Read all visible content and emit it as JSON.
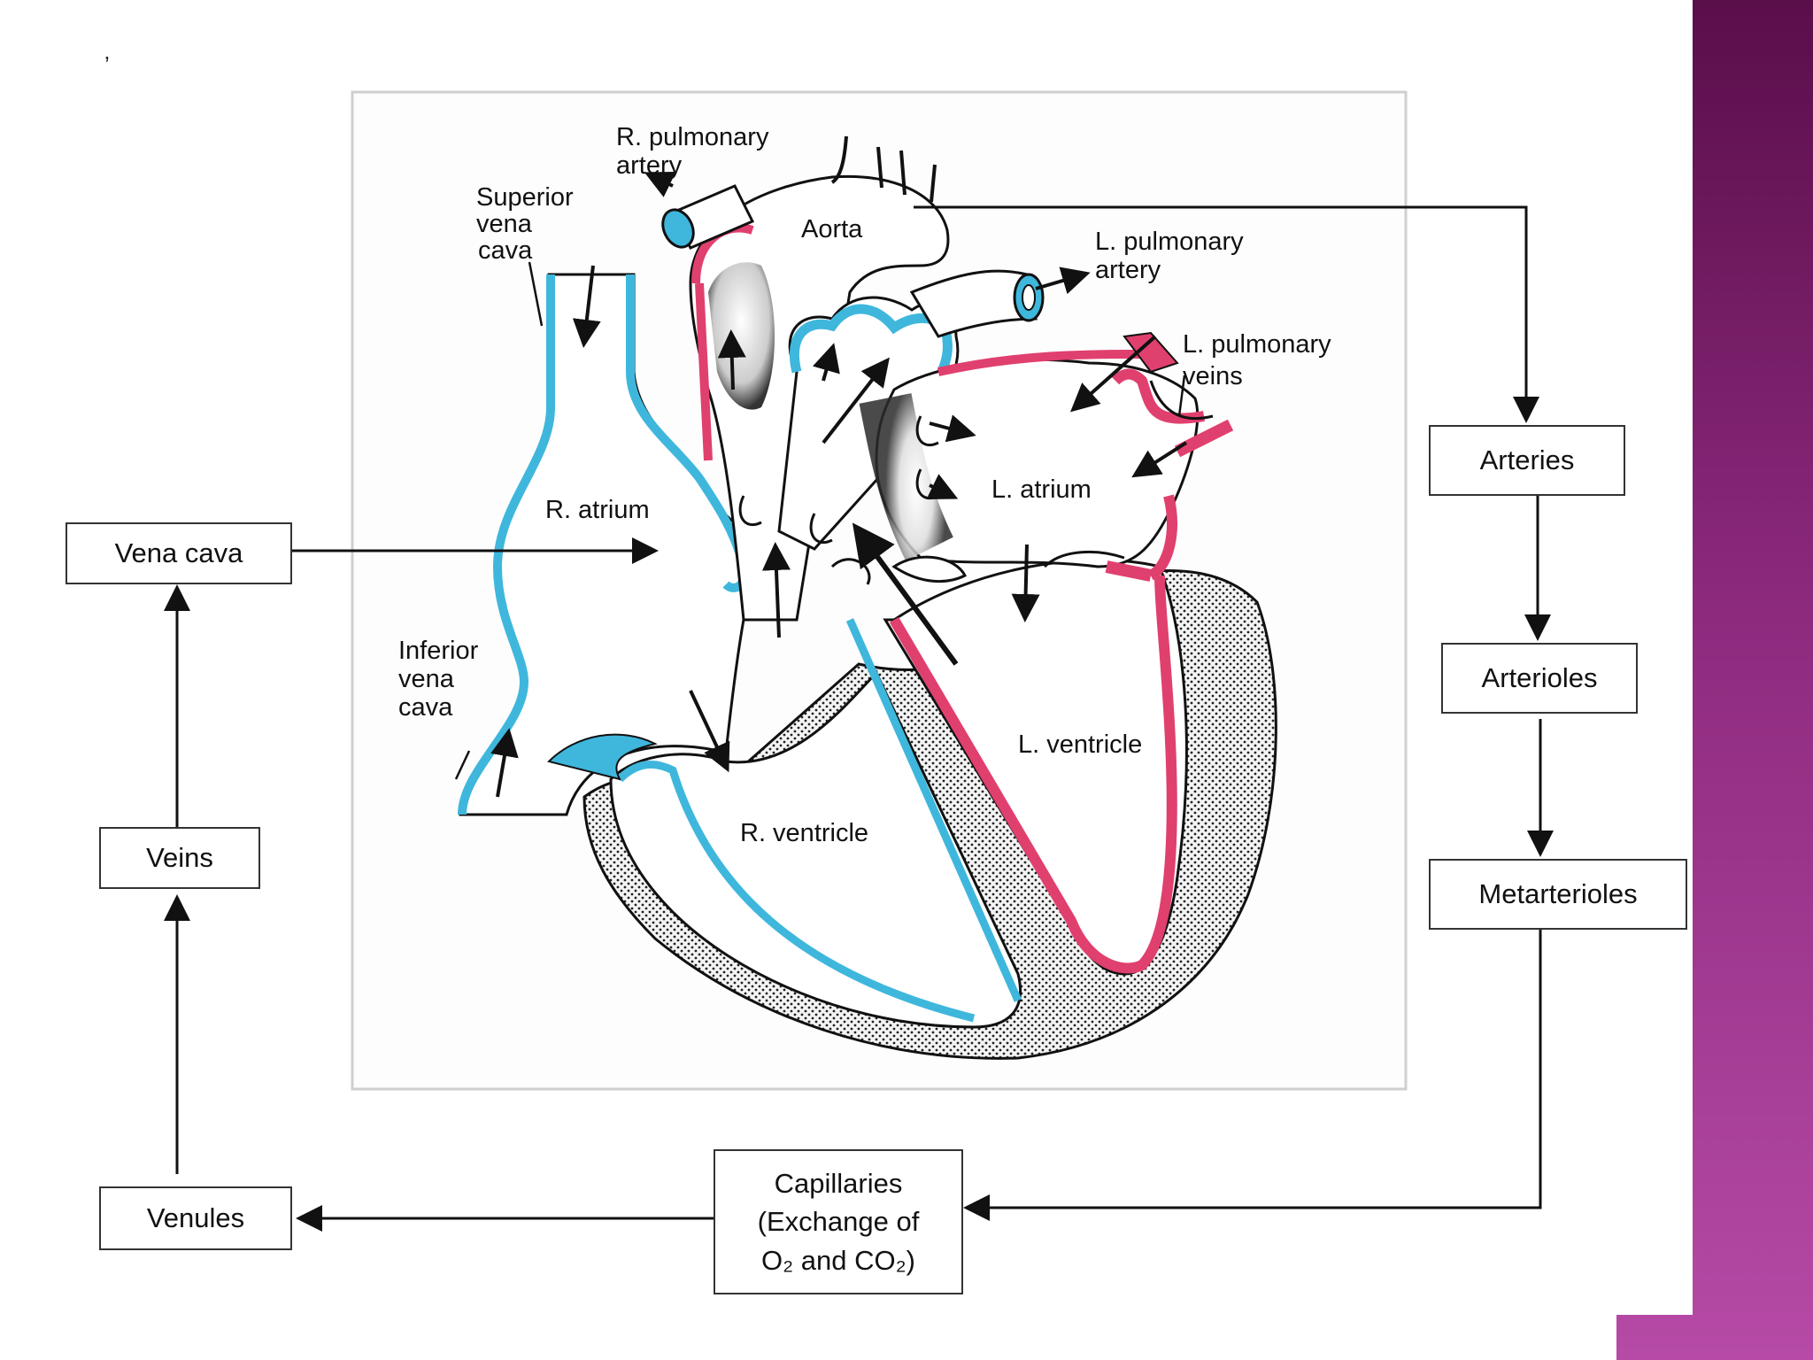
{
  "corner_mark": "’",
  "heart_labels": {
    "r_pulmonary_artery": [
      "R. pulmonary",
      "artery"
    ],
    "superior_vena_cava": [
      "Superior",
      "vena",
      "cava"
    ],
    "aorta": "Aorta",
    "l_pulmonary_artery": [
      "L. pulmonary",
      "artery"
    ],
    "l_pulmonary_veins": [
      "L. pulmonary",
      "veins"
    ],
    "r_atrium": "R. atrium",
    "l_atrium": "L. atrium",
    "inferior_vena_cava": [
      "Inferior",
      "vena",
      "cava"
    ],
    "l_ventricle": "L. ventricle",
    "r_ventricle": "R. ventricle"
  },
  "flow_boxes": {
    "vena_cava": "Vena cava",
    "veins": "Veins",
    "venules": "Venules",
    "arteries": "Arteries",
    "arterioles": "Arterioles",
    "metarterioles": "Metarterioles",
    "capillaries": [
      "Capillaries",
      "(Exchange of",
      "O₂ and CO₂)"
    ]
  },
  "colors": {
    "deoxygenated": "#3fb7dc",
    "oxygenated": "#e0406e",
    "accent_band": "#8d2a7e"
  }
}
